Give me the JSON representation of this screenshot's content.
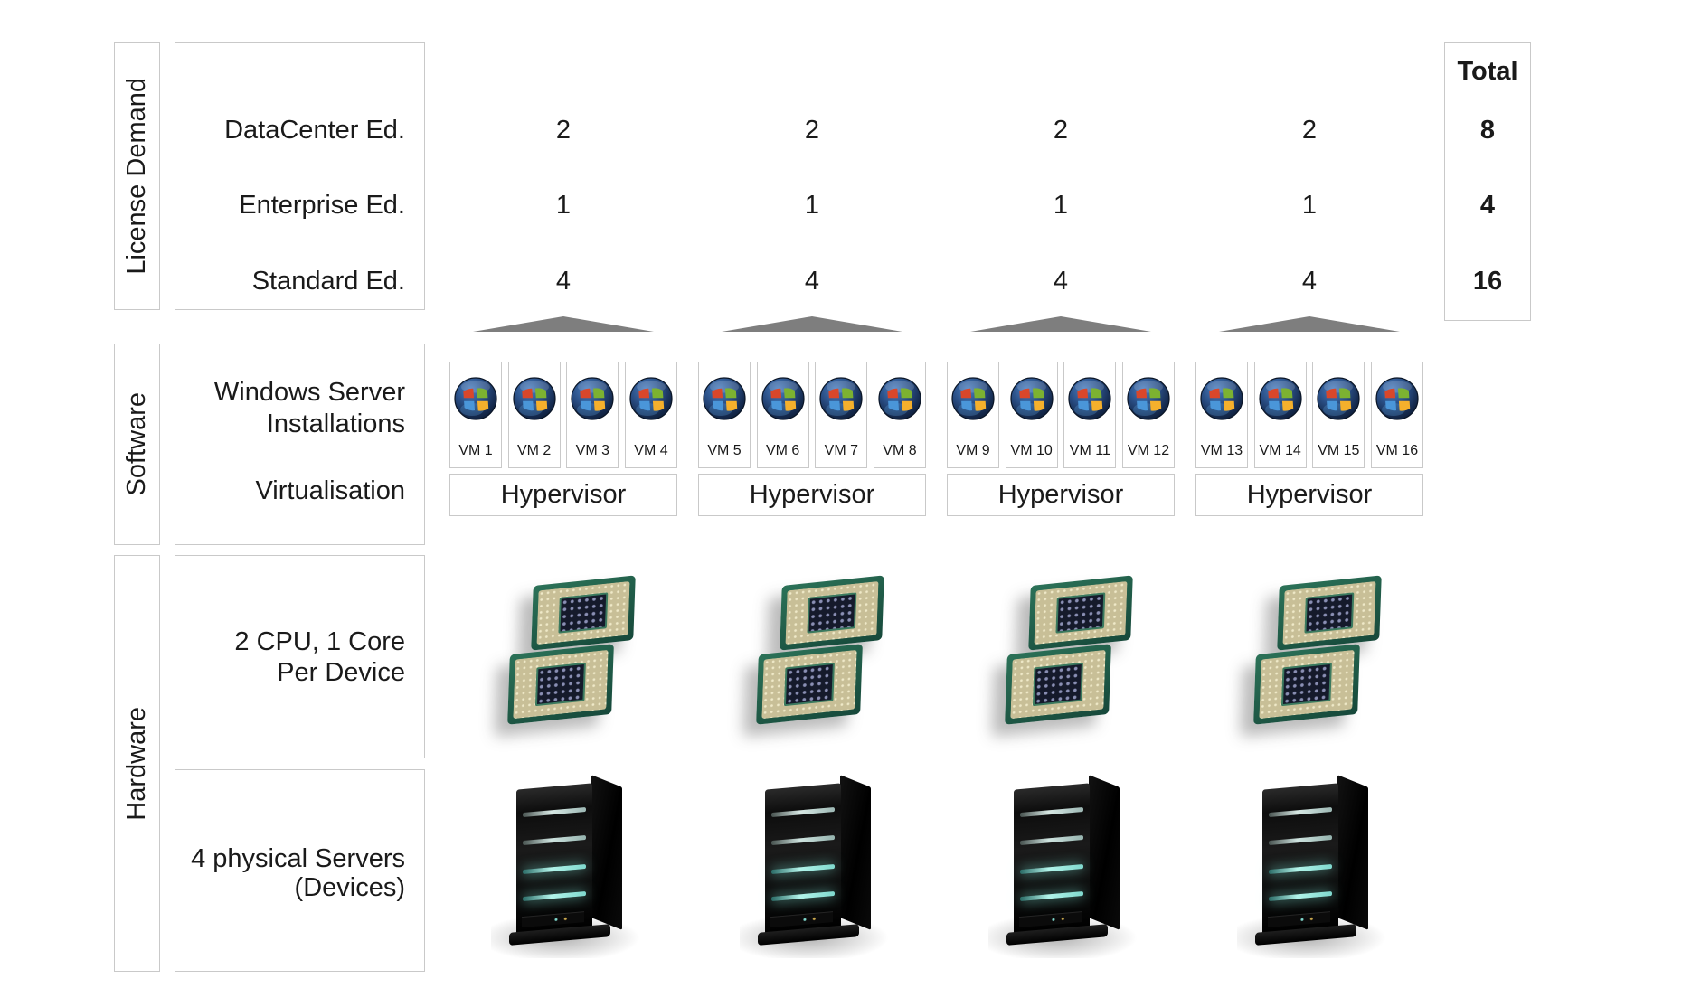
{
  "sections": {
    "license": {
      "side_label": "License Demand"
    },
    "software": {
      "side_label": "Software"
    },
    "hardware": {
      "side_label": "Hardware"
    }
  },
  "license": {
    "total_header": "Total",
    "rows": [
      {
        "label": "DataCenter Ed.",
        "values": [
          "2",
          "2",
          "2",
          "2"
        ],
        "total": "8"
      },
      {
        "label": "Enterprise Ed.",
        "values": [
          "1",
          "1",
          "1",
          "1"
        ],
        "total": "4"
      },
      {
        "label": "Standard Ed.",
        "values": [
          "4",
          "4",
          "4",
          "4"
        ],
        "total": "16"
      }
    ]
  },
  "software": {
    "installations_label": [
      "Windows Server",
      "Installations"
    ],
    "virtualisation_label": "Virtualisation",
    "hosts": [
      {
        "hypervisor_label": "Hypervisor",
        "vms": [
          {
            "label": "VM 1"
          },
          {
            "label": "VM 2"
          },
          {
            "label": "VM 3"
          },
          {
            "label": "VM 4"
          }
        ]
      },
      {
        "hypervisor_label": "Hypervisor",
        "vms": [
          {
            "label": "VM 5"
          },
          {
            "label": "VM 6"
          },
          {
            "label": "VM 7"
          },
          {
            "label": "VM 8"
          }
        ]
      },
      {
        "hypervisor_label": "Hypervisor",
        "vms": [
          {
            "label": "VM 9"
          },
          {
            "label": "VM 10"
          },
          {
            "label": "VM 11"
          },
          {
            "label": "VM 12"
          }
        ]
      },
      {
        "hypervisor_label": "Hypervisor",
        "vms": [
          {
            "label": "VM 13"
          },
          {
            "label": "VM 14"
          },
          {
            "label": "VM 15"
          },
          {
            "label": "VM 16"
          }
        ]
      }
    ]
  },
  "hardware": {
    "cpu_label": [
      "2 CPU, 1 Core",
      "Per Device"
    ],
    "servers_label": [
      "4 physical Servers",
      "(Devices)"
    ]
  },
  "icons": {
    "vm_os_icon": "windows-orb-icon",
    "cpu_icon": "cpu-chip-icon",
    "server_icon": "server-tower-icon",
    "group_marker_icon": "group-triangle-icon"
  },
  "colors": {
    "background": "#ffffff",
    "box_border": "#c9c9c9",
    "text": "#1a1a1a",
    "triangle": "#7e7e7e",
    "windows_red": "#d9472b",
    "windows_green": "#7cb231",
    "windows_blue": "#4a96d9",
    "windows_yellow": "#f5b02c",
    "server_light_cyan": "#8ee9df",
    "cpu_pcb_green": "#1f5c47"
  }
}
